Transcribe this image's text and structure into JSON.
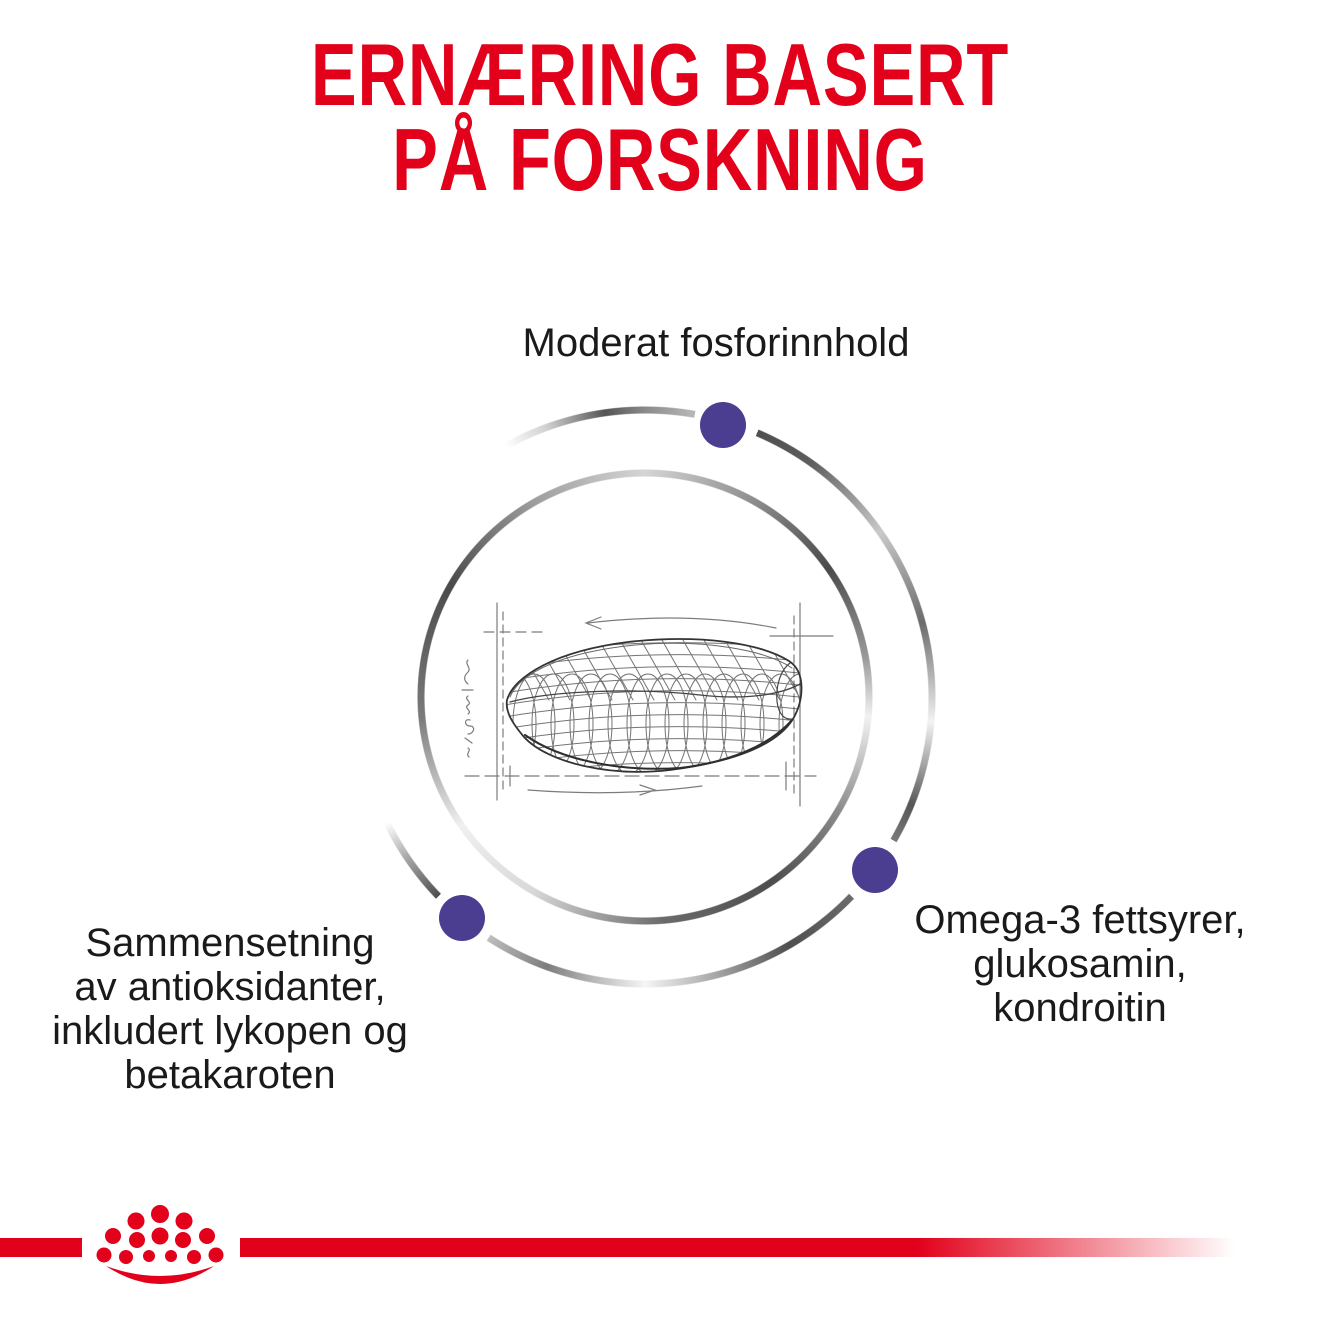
{
  "title": {
    "lines": [
      "ERNÆRING BASERT",
      "PÅ FORSKNING"
    ]
  },
  "benefits": {
    "top": {
      "lines": [
        "Moderat fosforinnhold"
      ]
    },
    "right": {
      "lines": [
        "Omega-3 fettsyrer,",
        "glukosamin,",
        "kondroitin"
      ]
    },
    "left": {
      "lines": [
        "Sammensetning",
        "av antioksidanter,",
        "inkludert lykopen og",
        "betakaroten"
      ]
    }
  },
  "colors": {
    "brand_red": "#E2001A",
    "dot_purple": "#4B3D8F",
    "text": "#1A1A1A"
  },
  "icons": {
    "logo": "royal-canin-crown-logo",
    "illustration": "kibble-sketch",
    "benefit_marker": "purple-dot"
  }
}
